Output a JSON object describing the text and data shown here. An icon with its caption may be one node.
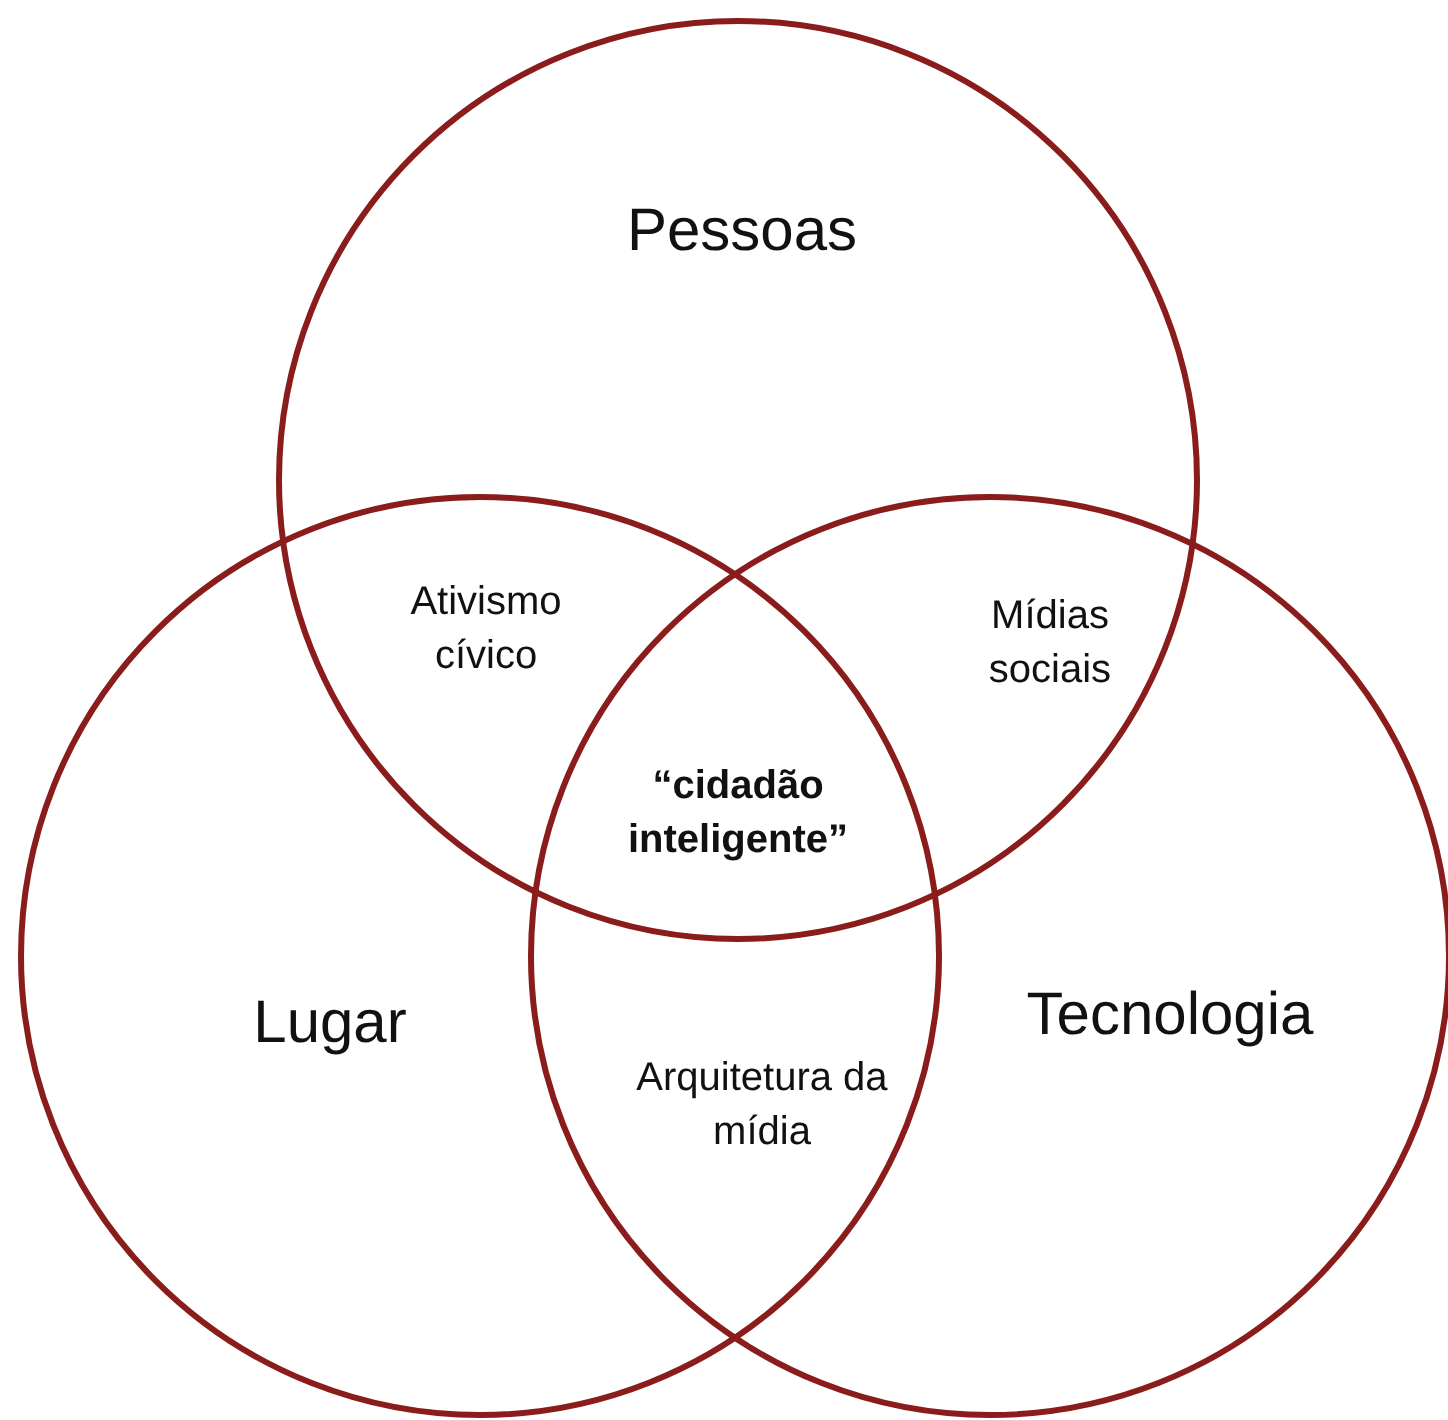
{
  "diagram": {
    "nodes": [
      {
        "text": [
          "Pessoas"
        ]
      },
      {
        "text": [
          "Lugar"
        ]
      },
      {
        "text": [
          "Tecnologia"
        ]
      }
    ],
    "labels": [
      "Ativismo cívico",
      "Mídias sociais",
      "“cidadão inteligente”",
      "Arquitetura da mídia"
    ]
  }
}
